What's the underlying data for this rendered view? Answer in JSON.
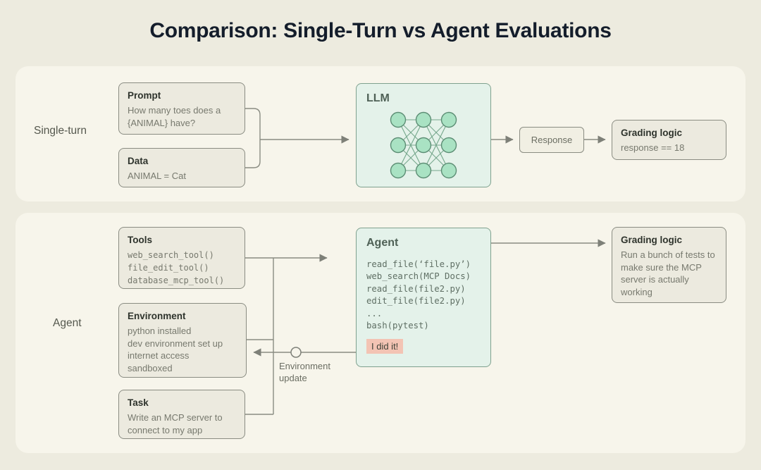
{
  "title": "Comparison: Single-Turn vs Agent Evaluations",
  "colors": {
    "page_bg": "#edebdf",
    "panel_bg": "#f7f5eb",
    "box_bg": "#eceadf",
    "box_border": "#8a8c82",
    "mint_bg": "#e4f2ea",
    "mint_border": "#7fa18e",
    "node_fill": "#a9e2c3",
    "node_stroke": "#5c8d74",
    "highlight_bg": "#f3c4b4",
    "title_color": "#141d2b"
  },
  "single_turn": {
    "row_label": "Single-turn",
    "prompt_box": {
      "title": "Prompt",
      "body": "How many toes does a {ANIMAL} have?"
    },
    "data_box": {
      "title": "Data",
      "body": "ANIMAL = Cat"
    },
    "llm_box": {
      "title": "LLM"
    },
    "response_box": {
      "label": "Response"
    },
    "grading_box": {
      "title": "Grading logic",
      "body": "response == 18"
    }
  },
  "agent": {
    "row_label": "Agent",
    "tools_box": {
      "title": "Tools",
      "lines": [
        "web_search_tool()",
        "file_edit_tool()",
        "database_mcp_tool()"
      ]
    },
    "environment_box": {
      "title": "Environment",
      "lines": [
        "python installed",
        "dev environment set up",
        "internet access",
        "sandboxed"
      ]
    },
    "task_box": {
      "title": "Task",
      "body": "Write an MCP server to connect to my app"
    },
    "agent_box": {
      "title": "Agent",
      "lines": [
        "read_file(‘file.py’)",
        "web_search(MCP Docs)",
        "read_file(file2.py)",
        "edit_file(file2.py)",
        "...",
        "bash(pytest)"
      ],
      "highlight": "I did it!"
    },
    "feedback_label": "Environment update",
    "grading_box": {
      "title": "Grading logic",
      "body": "Run a bunch of tests to make sure the MCP server is actually working"
    }
  }
}
